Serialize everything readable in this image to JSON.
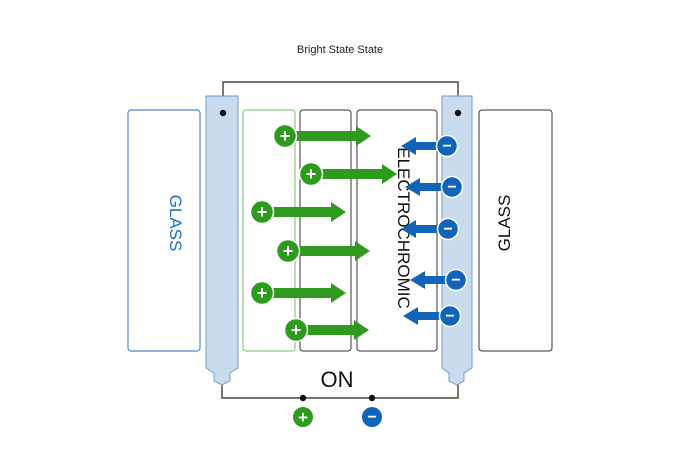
{
  "diagram": {
    "title": "Bright State State",
    "state_label": "ON",
    "left_glass_label": "GLASS",
    "right_glass_label": "GLASS",
    "electrochromic_label": "ELECTROCHROMIC",
    "positive_symbol": "+",
    "negative_symbol": "−",
    "positive_ion_count": 6,
    "negative_ion_count": 5,
    "colors": {
      "positive": "#2e9a1e",
      "negative": "#1264b8",
      "electrode_fill": "#c9dcee",
      "electrode_stroke": "#6f9cc8",
      "glass_stroke": "#4f88c0",
      "glass_label_left": "#1f6fc0",
      "layer_green_stroke": "#8cc97f",
      "outline": "#333333",
      "wire": "#222222"
    }
  }
}
